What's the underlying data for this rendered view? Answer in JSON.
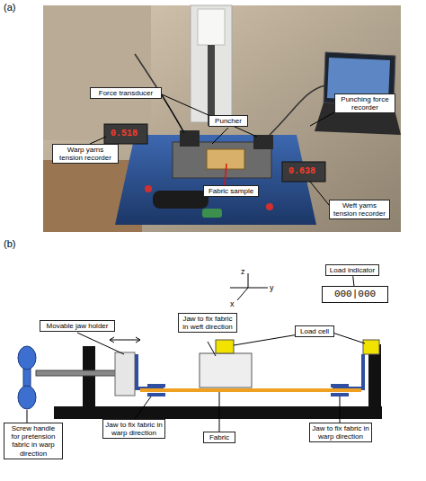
{
  "diagram": {
    "nodes": [
      {
        "text": [
          "Force transducer"
        ]
      },
      {
        "text": [
          "Puncher"
        ]
      },
      {
        "text": [
          "Punching force recorder"
        ]
      },
      {
        "text": [
          "Warp yarns tension recorder"
        ]
      },
      {
        "text": [
          "Fabric sample"
        ]
      },
      {
        "text": [
          "Weft yarns tension recorder"
        ]
      },
      {
        "text": [
          "Load indicator"
        ]
      },
      {
        "text": [
          "000|000"
        ]
      },
      {
        "text": [
          "Jaw to fix fabric in weft direction"
        ]
      },
      {
        "text": [
          "Load cell"
        ]
      },
      {
        "text": [
          "Movable jaw holder"
        ]
      },
      {
        "text": [
          "Screw handle for pretension fabric in warp direction"
        ]
      },
      {
        "text": [
          "Jaw to fix fabric in warp direction"
        ]
      },
      {
        "text": [
          "Fabric"
        ]
      },
      {
        "text": [
          "Jaw to fix fabric in warp direction"
        ]
      }
    ],
    "edges": [
      {
        "from": 6,
        "to": 7,
        "arrow": "none"
      }
    ],
    "labels": [
      "(a)",
      "0.518",
      "0.638",
      "(b)",
      "z",
      "y",
      "x"
    ]
  }
}
